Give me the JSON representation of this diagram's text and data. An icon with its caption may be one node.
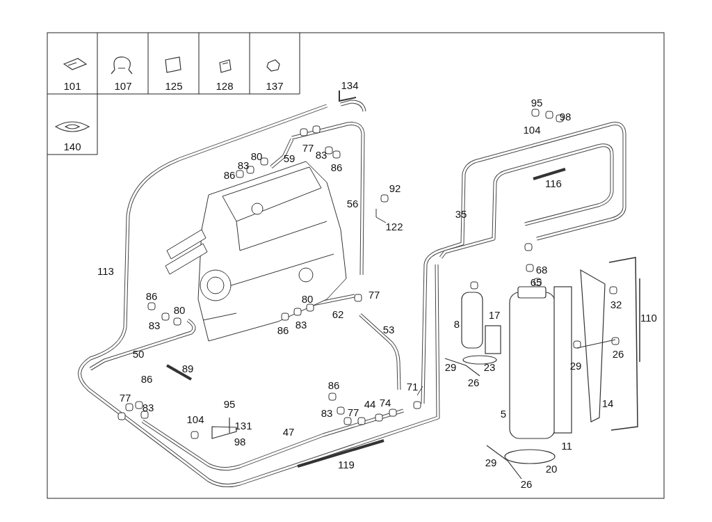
{
  "diagram": {
    "labels": [
      "101",
      "107",
      "125",
      "128",
      "137",
      "140",
      "134",
      "95",
      "98",
      "104",
      "77",
      "80",
      "59",
      "83",
      "83",
      "86",
      "86",
      "116",
      "92",
      "56",
      "35",
      "122",
      "68",
      "113",
      "65",
      "77",
      "86",
      "80",
      "32",
      "17",
      "80",
      "62",
      "110",
      "8",
      "83",
      "83",
      "86",
      "53",
      "50",
      "26",
      "29",
      "23",
      "29",
      "89",
      "26",
      "86",
      "71",
      "86",
      "77",
      "83",
      "74",
      "44",
      "14",
      "95",
      "77",
      "83",
      "5",
      "104",
      "131",
      "47",
      "98",
      "11",
      "29",
      "119",
      "20",
      "26"
    ]
  }
}
